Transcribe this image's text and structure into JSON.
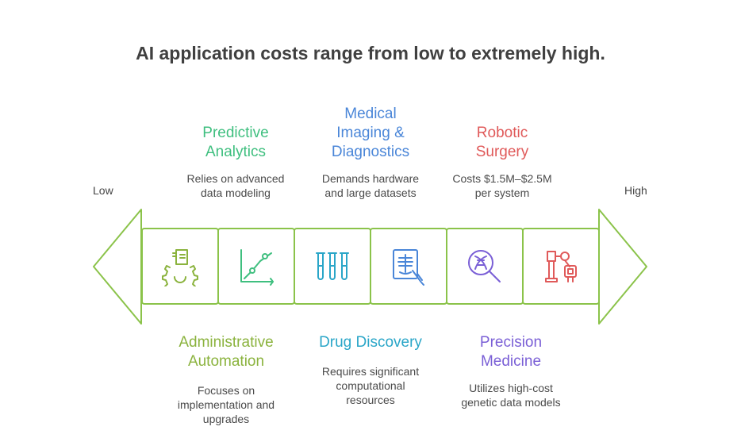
{
  "title": "AI application costs range from low to extremely high.",
  "scale": {
    "low": "Low",
    "high": "High"
  },
  "items": [
    {
      "label_lines": [
        "Administrative",
        "Automation"
      ],
      "desc_lines": [
        "Focuses on",
        "implementation and",
        "upgrades"
      ],
      "color": "#8bb33e",
      "icon": "gear-document-icon",
      "position": "below"
    },
    {
      "label_lines": [
        "Predictive",
        "Analytics"
      ],
      "desc_lines": [
        "Relies on advanced",
        "data modeling"
      ],
      "color": "#3fbf7f",
      "icon": "trend-graph-icon",
      "position": "above"
    },
    {
      "label_lines": [
        "Drug Discovery"
      ],
      "desc_lines": [
        "Requires significant",
        "computational",
        "resources"
      ],
      "color": "#2aa6c8",
      "icon": "test-tubes-icon",
      "position": "below"
    },
    {
      "label_lines": [
        "Medical",
        "Imaging &",
        "Diagnostics"
      ],
      "desc_lines": [
        "Demands hardware",
        "and large datasets"
      ],
      "color": "#4a86d8",
      "icon": "xray-scan-icon",
      "position": "above"
    },
    {
      "label_lines": [
        "Precision",
        "Medicine"
      ],
      "desc_lines": [
        "Utilizes high-cost",
        "genetic data models"
      ],
      "color": "#7a5fd6",
      "icon": "dna-magnifier-icon",
      "position": "below"
    },
    {
      "label_lines": [
        "Robotic",
        "Surgery"
      ],
      "desc_lines": [
        "Costs $1.5M–$2.5M",
        "per system"
      ],
      "color": "#e05a5a",
      "icon": "robot-arm-icon",
      "position": "above"
    }
  ],
  "colors": {
    "outline": "#8bc34a",
    "title": "#404040"
  }
}
